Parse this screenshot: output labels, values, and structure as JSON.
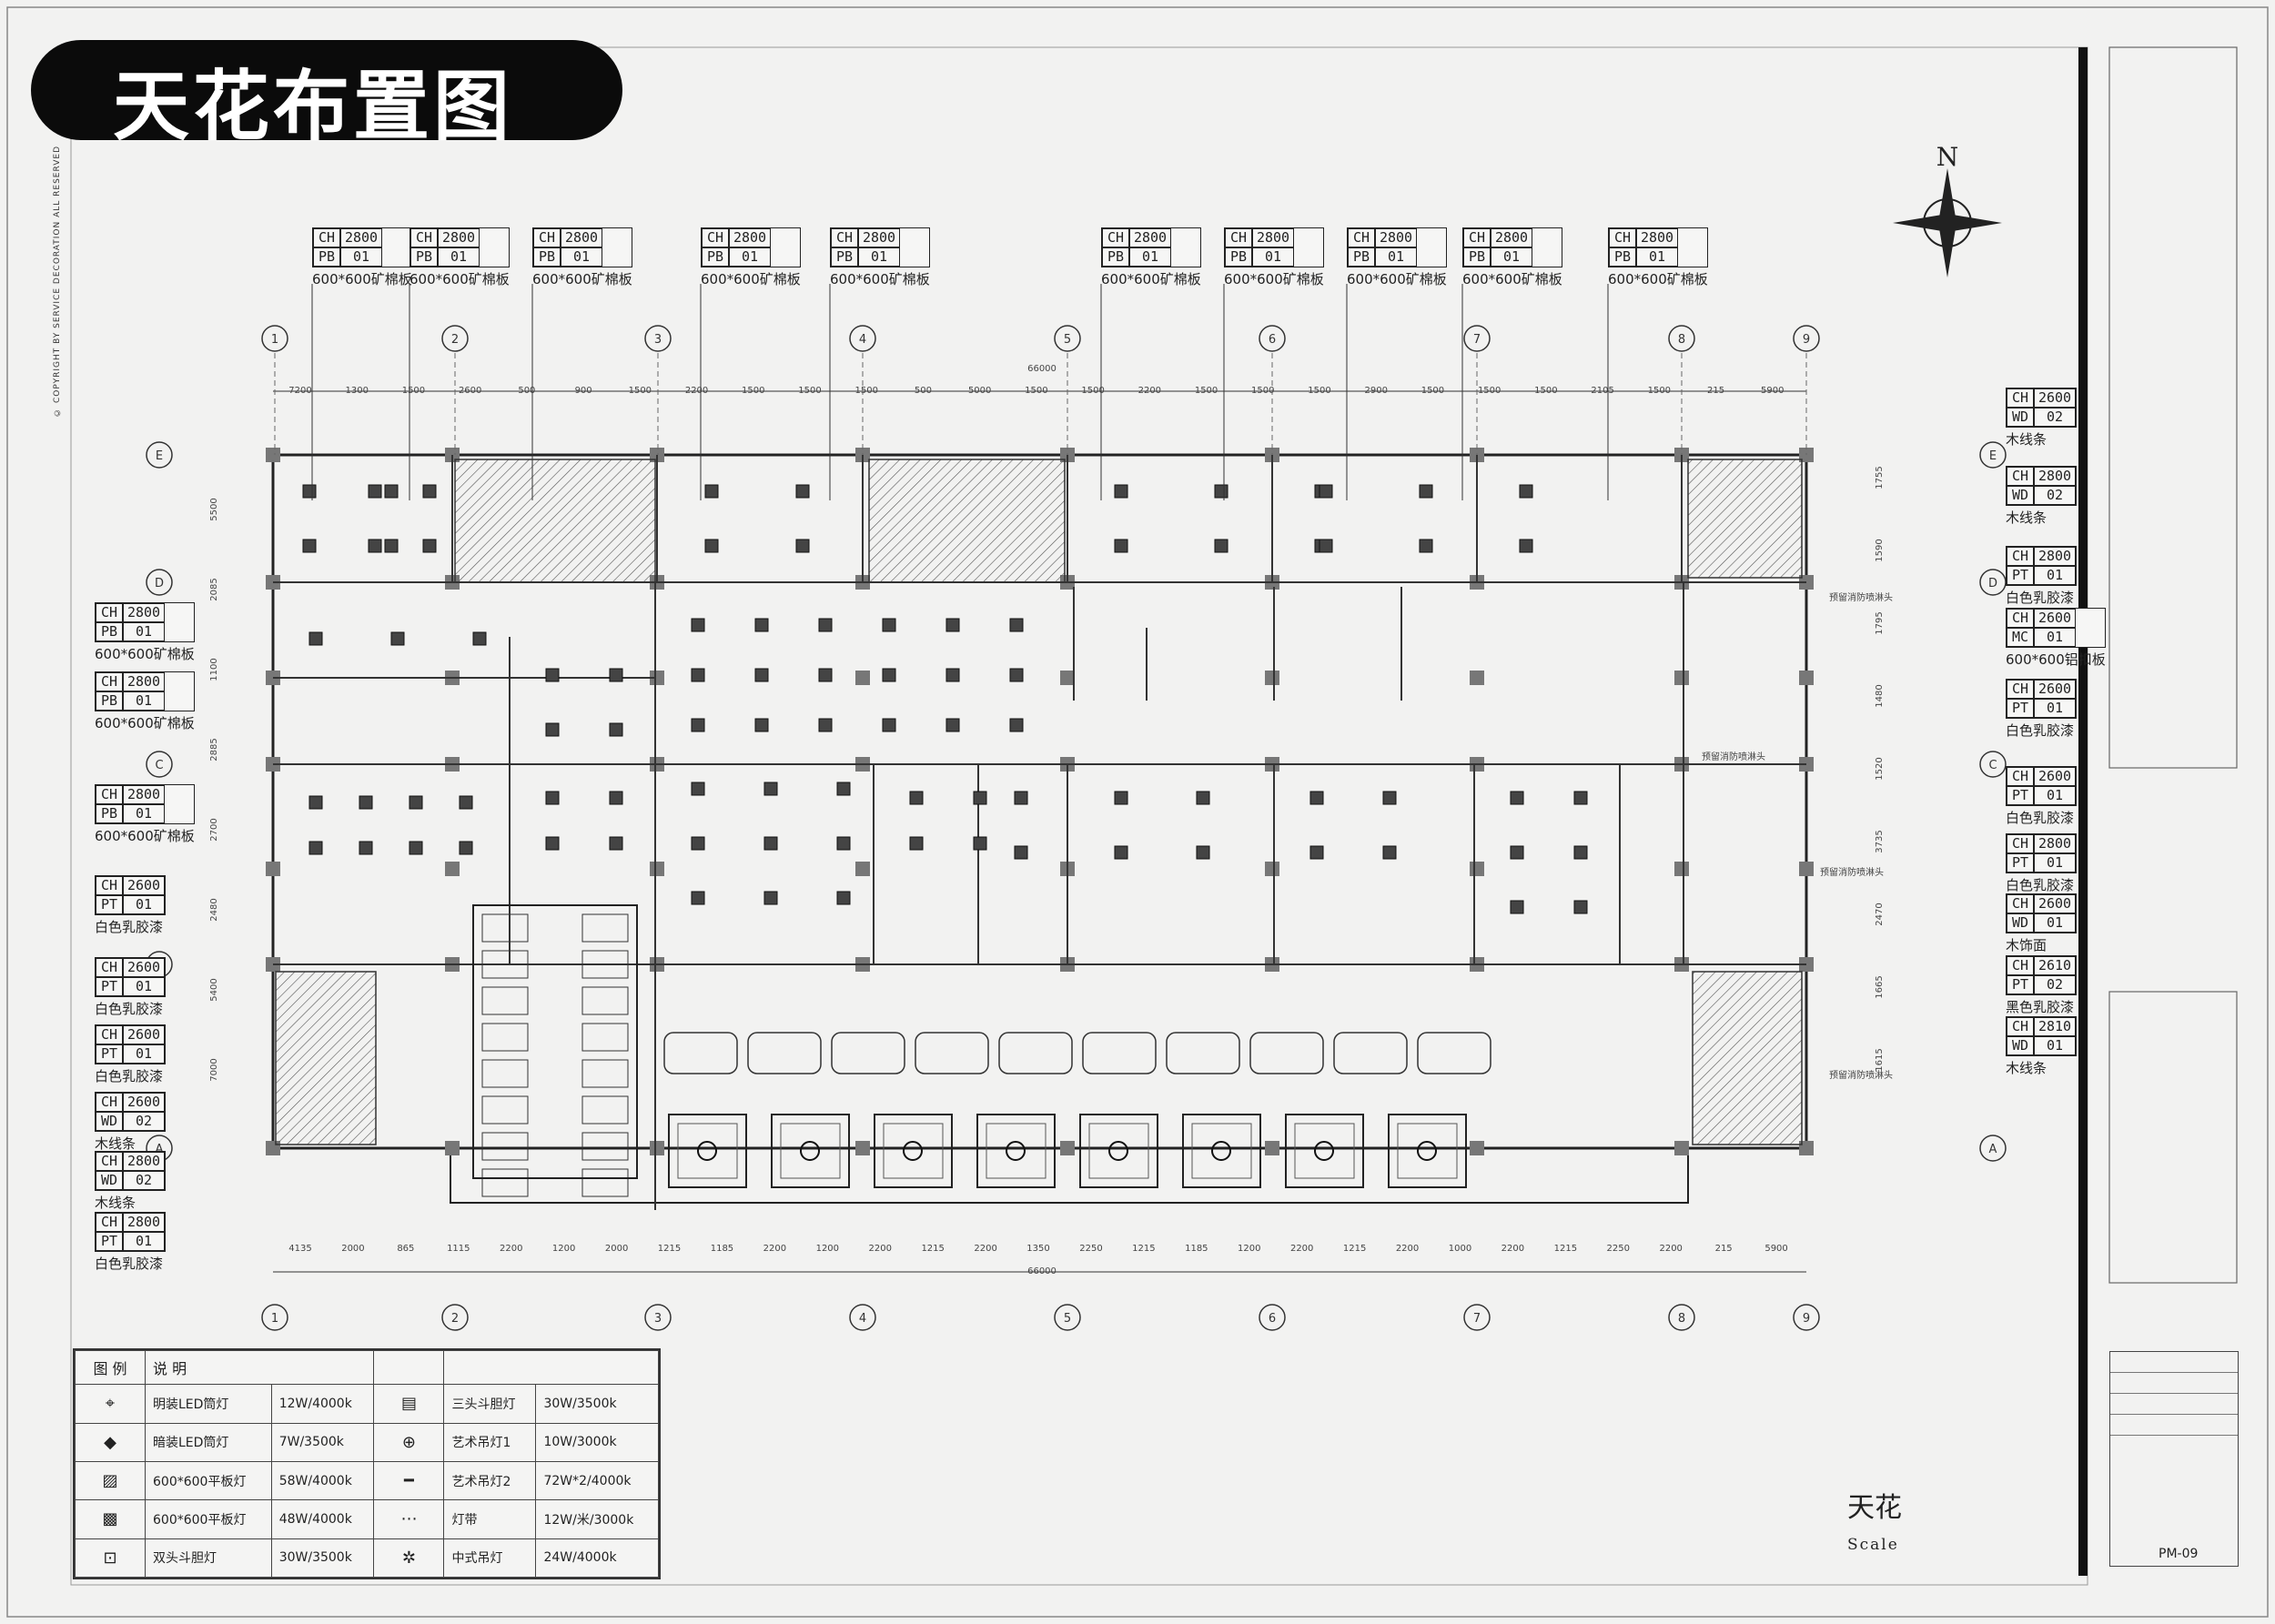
{
  "title": "天花布置图",
  "copyright": "© COPYRIGHT BY SERVICE DECORATION ALL RESERVED",
  "north": "N",
  "axes_top": [
    "1",
    "2",
    "3",
    "4",
    "5",
    "6",
    "7",
    "8",
    "9"
  ],
  "axes_side": [
    "E",
    "D",
    "C",
    "D",
    "A",
    "E",
    "D",
    "C",
    "A"
  ],
  "overall_dimension": "66000",
  "top_dims": [
    "7200",
    "1300",
    "1500",
    "2600",
    "500",
    "900",
    "1500",
    "2200",
    "1500",
    "1500",
    "1500",
    "500",
    "5000",
    "1500",
    "1500",
    "2200",
    "1500",
    "1500",
    "1500",
    "2900",
    "1500",
    "1500",
    "1500",
    "2105",
    "1500",
    "215",
    "5900"
  ],
  "bottom_dims": [
    "4135",
    "2000",
    "865",
    "1115",
    "2200",
    "1200",
    "2000",
    "1215",
    "1185",
    "2200",
    "1200",
    "2200",
    "1215",
    "2200",
    "1350",
    "2250",
    "1215",
    "1185",
    "1200",
    "2200",
    "1215",
    "2200",
    "1000",
    "2200",
    "1215",
    "2250",
    "2200",
    "215",
    "5900"
  ],
  "side_dims_left": [
    "5500",
    "2085",
    "1100",
    "2885",
    "2700",
    "2480",
    "5400",
    "7000"
  ],
  "side_dims_right": [
    "1755",
    "1590",
    "1795",
    "1480",
    "1520",
    "3735",
    "2470",
    "1665",
    "1615"
  ],
  "top_tags": [
    {
      "ch": "2800",
      "code": "PB",
      "num": "01",
      "note": "600*600矿棉板"
    },
    {
      "ch": "2800",
      "code": "PB",
      "num": "01",
      "note": "600*600矿棉板"
    },
    {
      "ch": "2800",
      "code": "PB",
      "num": "01",
      "note": "600*600矿棉板"
    },
    {
      "ch": "2800",
      "code": "PB",
      "num": "01",
      "note": "600*600矿棉板"
    },
    {
      "ch": "2800",
      "code": "PB",
      "num": "01",
      "note": "600*600矿棉板"
    },
    {
      "ch": "2800",
      "code": "PB",
      "num": "01",
      "note": "600*600矿棉板"
    },
    {
      "ch": "2800",
      "code": "PB",
      "num": "01",
      "note": "600*600矿棉板"
    },
    {
      "ch": "2800",
      "code": "PB",
      "num": "01",
      "note": "600*600矿棉板"
    },
    {
      "ch": "2800",
      "code": "PB",
      "num": "01",
      "note": "600*600矿棉板"
    },
    {
      "ch": "2800",
      "code": "PB",
      "num": "01",
      "note": "600*600矿棉板"
    }
  ],
  "left_tags": [
    {
      "ch": "2800",
      "code": "PB",
      "num": "01",
      "note": "600*600矿棉板"
    },
    {
      "ch": "2800",
      "code": "PB",
      "num": "01",
      "note": "600*600矿棉板"
    },
    {
      "ch": "2800",
      "code": "PB",
      "num": "01",
      "note": "600*600矿棉板"
    },
    {
      "ch": "2600",
      "code": "PT",
      "num": "01",
      "note": "白色乳胶漆"
    },
    {
      "ch": "2600",
      "code": "PT",
      "num": "01",
      "note": "白色乳胶漆"
    },
    {
      "ch": "2600",
      "code": "PT",
      "num": "01",
      "note": "白色乳胶漆"
    },
    {
      "ch": "2600",
      "code": "WD",
      "num": "02",
      "note": "木线条"
    },
    {
      "ch": "2800",
      "code": "WD",
      "num": "02",
      "note": "木线条"
    },
    {
      "ch": "2800",
      "code": "PT",
      "num": "01",
      "note": "白色乳胶漆"
    }
  ],
  "right_tags": [
    {
      "ch": "2600",
      "code": "WD",
      "num": "02",
      "note": "木线条"
    },
    {
      "ch": "2800",
      "code": "WD",
      "num": "02",
      "note": "木线条"
    },
    {
      "ch": "2800",
      "code": "PT",
      "num": "01",
      "note": "白色乳胶漆"
    },
    {
      "ch": "2600",
      "code": "MC",
      "num": "01",
      "note": "600*600铝扣板"
    },
    {
      "ch": "2600",
      "code": "PT",
      "num": "01",
      "note": "白色乳胶漆"
    },
    {
      "ch": "2600",
      "code": "PT",
      "num": "01",
      "note": "白色乳胶漆"
    },
    {
      "ch": "2800",
      "code": "PT",
      "num": "01",
      "note": "白色乳胶漆"
    },
    {
      "ch": "2600",
      "code": "WD",
      "num": "01",
      "note": "木饰面"
    },
    {
      "ch": "2610",
      "code": "PT",
      "num": "02",
      "note": "黑色乳胶漆"
    },
    {
      "ch": "2810",
      "code": "WD",
      "num": "01",
      "note": "木线条"
    }
  ],
  "legend": {
    "header_symbol": "图 例",
    "header_desc": "说 明",
    "items": [
      {
        "icon": "recessed-downlight-icon",
        "glyph": "⌖",
        "label": "明装LED筒灯",
        "spec": "12W/4000k"
      },
      {
        "icon": "concealed-downlight-icon",
        "glyph": "◆",
        "label": "暗装LED筒灯",
        "spec": "7W/3500k"
      },
      {
        "icon": "panel-light-58w-icon",
        "glyph": "▨",
        "label": "600*600平板灯",
        "spec": "58W/4000k"
      },
      {
        "icon": "panel-light-48w-icon",
        "glyph": "▩",
        "label": "600*600平板灯",
        "spec": "48W/4000k"
      },
      {
        "icon": "double-grille-light-icon",
        "glyph": "⊡",
        "label": "双头斗胆灯",
        "spec": "30W/3500k"
      },
      {
        "icon": "triple-grille-light-icon",
        "glyph": "▤",
        "label": "三头斗胆灯",
        "spec": "30W/3500k"
      },
      {
        "icon": "art-pendant-1-icon",
        "glyph": "⊕",
        "label": "艺术吊灯1",
        "spec": "10W/3000k"
      },
      {
        "icon": "art-pendant-2-icon",
        "glyph": "━",
        "label": "艺术吊灯2",
        "spec": "72W*2/4000k"
      },
      {
        "icon": "light-strip-icon",
        "glyph": "⋯",
        "label": "灯带",
        "spec": "12W/米/3000k"
      },
      {
        "icon": "chinese-chandelier-icon",
        "glyph": "✲",
        "label": "中式吊灯",
        "spec": "24W/4000k"
      }
    ]
  },
  "annotation_notes": [
    "预留消防喷淋头",
    "预留消防喷淋头",
    "预留消防喷淋头",
    "预留消防喷淋头"
  ],
  "drawing_title": "天花",
  "scale_label": "Scale",
  "sheet_no": "PM-09",
  "colors": {
    "paper": "#f2f2f1",
    "ink": "#222222",
    "pill": "#0b0b0b",
    "pill_text": "#ffffff"
  }
}
